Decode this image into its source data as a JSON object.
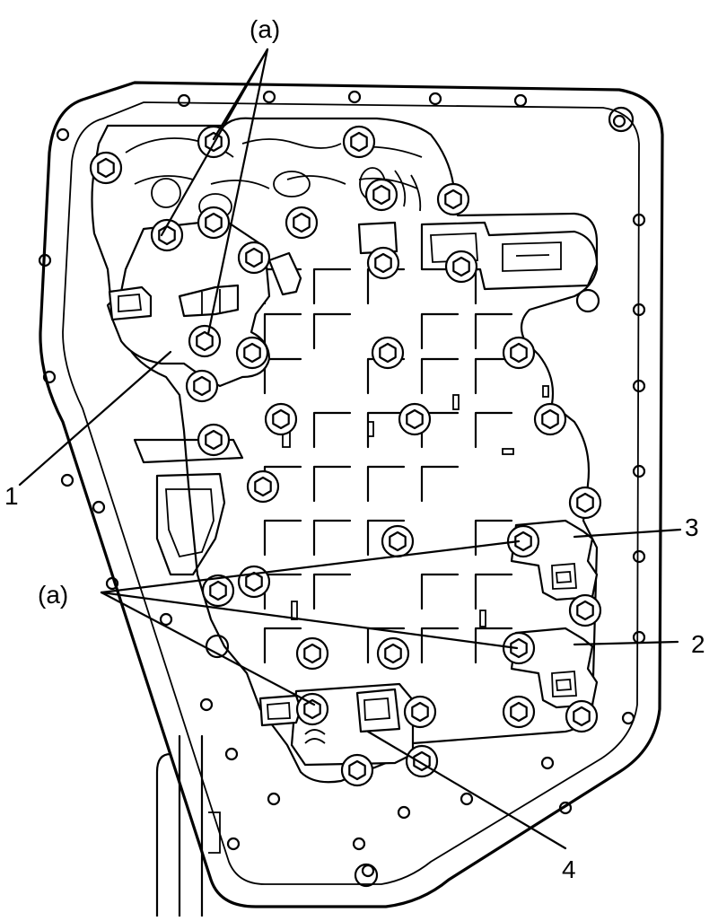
{
  "diagram": {
    "callouts": {
      "a_top": "(a)",
      "a_left": "(a)",
      "n1": "1",
      "n2": "2",
      "n3": "3",
      "n4": "4"
    },
    "colors": {
      "line": "#000000",
      "background": "#ffffff"
    }
  }
}
